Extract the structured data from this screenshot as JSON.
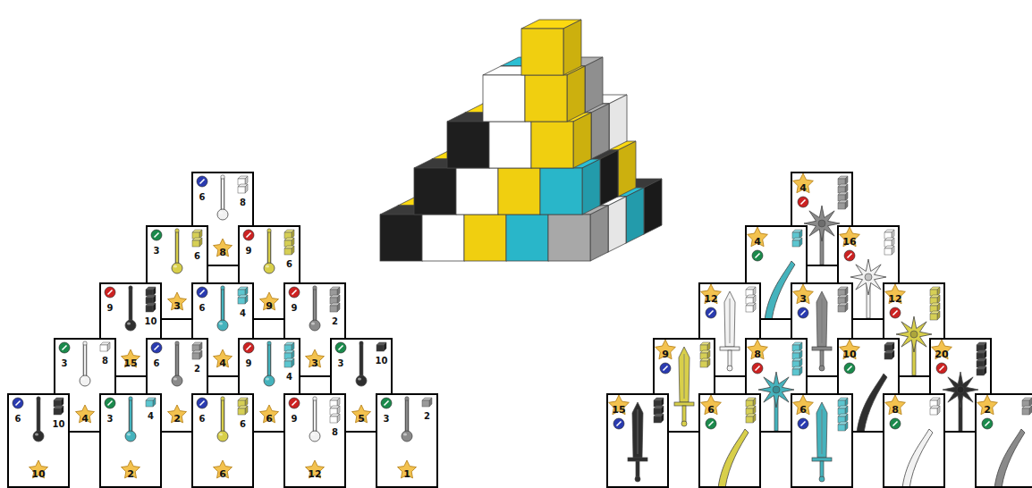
{
  "diagram": {
    "nodes": [
      {
        "text": [
          "6",
          "8",
          "8"
        ]
      },
      {
        "text": [
          "3",
          "6",
          "3"
        ]
      },
      {
        "text": [
          "9",
          "6",
          "9"
        ]
      },
      {
        "text": [
          "9",
          "10",
          "15"
        ]
      },
      {
        "text": [
          "6",
          "4",
          "4"
        ]
      },
      {
        "text": [
          "9",
          "2",
          "3"
        ]
      },
      {
        "text": [
          "3",
          "8",
          "4"
        ]
      },
      {
        "text": [
          "6",
          "2",
          "2"
        ]
      },
      {
        "text": [
          "9",
          "4",
          "6"
        ]
      },
      {
        "text": [
          "3",
          "10",
          "5"
        ]
      },
      {
        "text": [
          "6",
          "10",
          "10"
        ]
      },
      {
        "text": [
          "3",
          "4",
          "2"
        ]
      },
      {
        "text": [
          "6",
          "6",
          "6"
        ]
      },
      {
        "text": [
          "9",
          "8",
          "12"
        ]
      },
      {
        "text": [
          "3",
          "2",
          "1"
        ]
      },
      {
        "text": [
          "4"
        ]
      },
      {
        "text": [
          "4"
        ]
      },
      {
        "text": [
          "16"
        ]
      },
      {
        "text": [
          "12"
        ]
      },
      {
        "text": [
          "3"
        ]
      },
      {
        "text": [
          "12"
        ]
      },
      {
        "text": [
          "9"
        ]
      },
      {
        "text": [
          "8"
        ]
      },
      {
        "text": [
          "10"
        ]
      },
      {
        "text": [
          "20"
        ]
      },
      {
        "text": [
          "15"
        ]
      },
      {
        "text": [
          "6"
        ]
      },
      {
        "text": [
          "6"
        ]
      },
      {
        "text": [
          "8"
        ]
      },
      {
        "text": [
          "2"
        ]
      }
    ]
  }
}
